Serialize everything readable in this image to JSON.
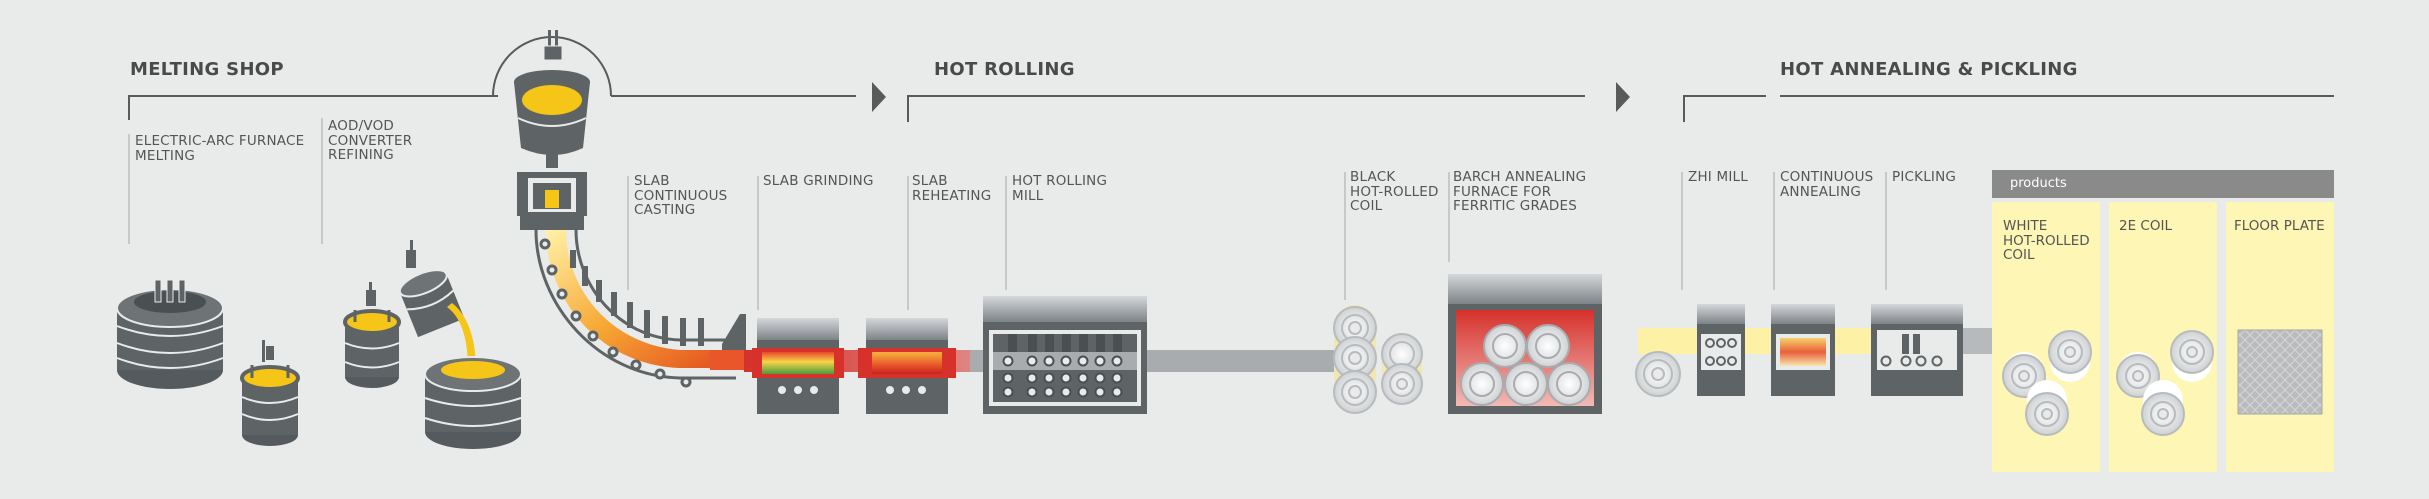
{
  "sections": {
    "melting_shop": "MELTING SHOP",
    "hot_rolling": "HOT ROLLING",
    "hot_annealing": "HOT ANNEALING & PICKLING"
  },
  "labels": {
    "eaf": "ELECTRIC-ARC FURNACE\nMELTING",
    "aod": "AOD/VOD\nCONVERTER\nREFINING",
    "slab_casting": "SLAB\nCONTINUOUS\nCASTING",
    "slab_grinding": "SLAB GRINDING",
    "slab_reheating": "SLAB\nREHEATING",
    "hot_rolling_mill": "HOT ROLLING\nMILL",
    "black_coil": "BLACK\nHOT-ROLLED\nCOIL",
    "batch_annealing": "BARCH ANNEALING\nFURNACE FOR\nFERRITIC GRADES",
    "zhi_mill": "ZHI MILL",
    "continuous_annealing": "CONTINUOUS\nANNEALING",
    "pickling": "PICKLING"
  },
  "products": {
    "header": "products",
    "items": [
      "WHITE\nHOT-ROLLED\nCOIL",
      "2E COIL",
      "FLOOR PLATE"
    ]
  },
  "colors": {
    "background": "#e9eaea",
    "line": "#5a5a5a",
    "equipment_dark": "#5e6366",
    "equipment_mid": "#8f9497",
    "molten": "#f5c518",
    "hot_red": "#d6312b",
    "product_bg": "#fdf6b4",
    "product_header": "#8a8a8a"
  }
}
